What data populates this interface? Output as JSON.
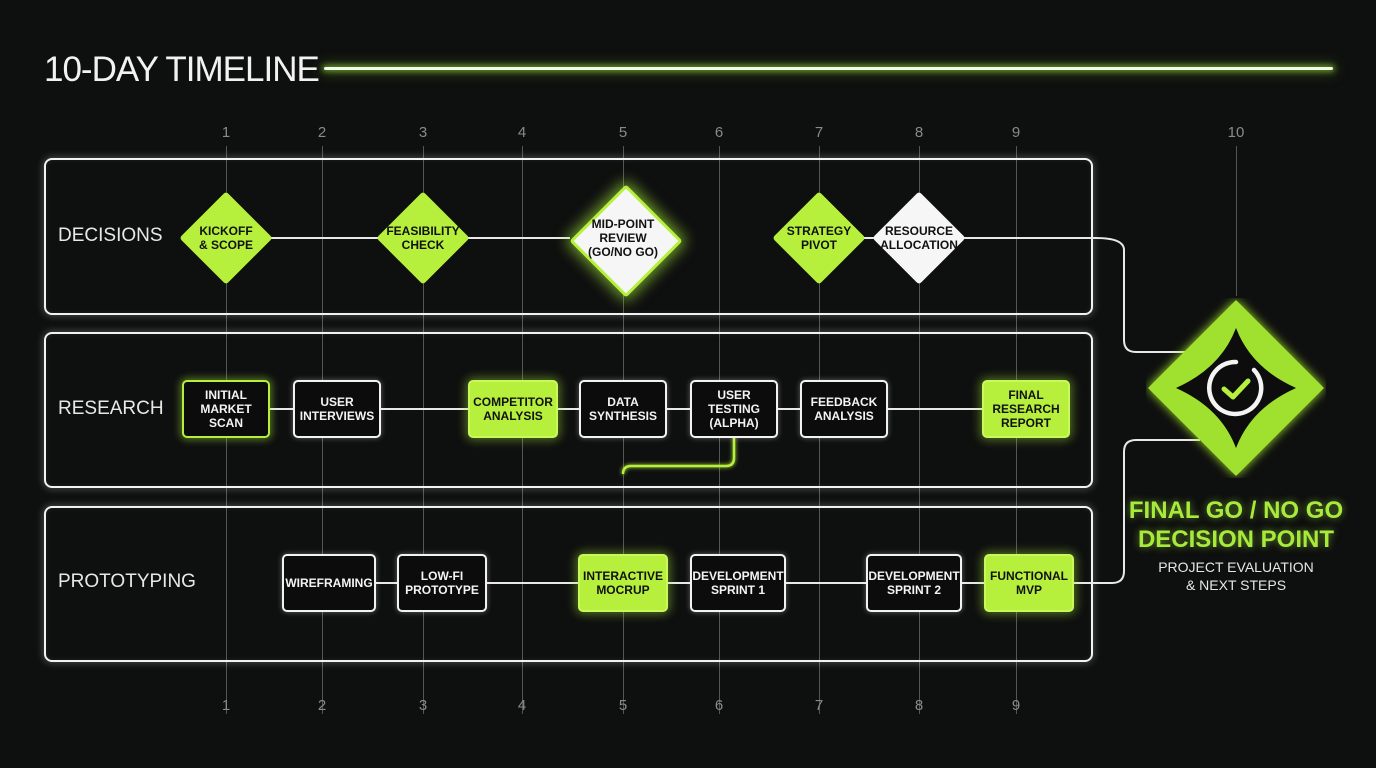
{
  "title": "10-DAY TIMELINE",
  "colors": {
    "background": "#0e0f0f",
    "accent_green": "#b6f03c",
    "lane_border": "#f2f2f2",
    "gridline": "#8a8a8a"
  },
  "days_top": [
    "1",
    "2",
    "3",
    "4",
    "5",
    "6",
    "7",
    "8",
    "9",
    "10"
  ],
  "days_bottom": [
    "1",
    "2",
    "3",
    "4",
    "5",
    "6",
    "7",
    "8",
    "9"
  ],
  "lanes": [
    {
      "label": "DECISIONS"
    },
    {
      "label": "RESEARCH"
    },
    {
      "label": "PROTOTYPING"
    }
  ],
  "decisions": [
    {
      "label": "KICKOFF\n& SCOPE",
      "day": 1,
      "style": "green"
    },
    {
      "label": "FEASIBILITY\nCHECK",
      "day": 3,
      "style": "green"
    },
    {
      "label": "MID-POINT\nREVIEW\n(GO/NO GO)",
      "day": 5,
      "style": "white-glow"
    },
    {
      "label": "STRATEGY\nPIVOT",
      "day": 7,
      "style": "green"
    },
    {
      "label": "RESOURCE\nALLOCATION",
      "day": 8,
      "style": "white"
    }
  ],
  "research": [
    {
      "label": "INITIAL\nMARKET\nSCAN",
      "day": 1,
      "style": "outline-green"
    },
    {
      "label": "USER\nINTERVIEWS",
      "day": 2,
      "style": "dark"
    },
    {
      "label": "COMPETITOR\nANALYSIS",
      "day": 4,
      "style": "green"
    },
    {
      "label": "DATA\nSYNTHESIS",
      "day": 5,
      "style": "dark"
    },
    {
      "label": "USER\nTESTING\n(ALPHA)",
      "day": 6,
      "style": "dark"
    },
    {
      "label": "FEEDBACK\nANALYSIS",
      "day": 7,
      "style": "dark"
    },
    {
      "label": "FINAL\nRESEARCH\nREPORT",
      "day": 9,
      "style": "green"
    }
  ],
  "prototyping": [
    {
      "label": "WIREFRAMING",
      "day": 2,
      "style": "dark"
    },
    {
      "label": "LOW-FI\nPROTOTYPE",
      "day": 3,
      "style": "dark"
    },
    {
      "label": "INTERACTIVE\nMOCRUP",
      "day": 5,
      "style": "green"
    },
    {
      "label": "DEVELOPMENT\nSPRINT 1",
      "day": 6,
      "style": "dark"
    },
    {
      "label": "DEVELOPMENT\nSPRINT 2",
      "day": 8,
      "style": "dark"
    },
    {
      "label": "FUNCTIONAL\nMVP",
      "day": 9,
      "style": "green"
    }
  ],
  "final": {
    "day": 10,
    "title": "FINAL GO / NO GO\nDECISION POINT",
    "subtitle": "PROJECT EVALUATION\n& NEXT STEPS",
    "icon": "check-circle-icon"
  }
}
